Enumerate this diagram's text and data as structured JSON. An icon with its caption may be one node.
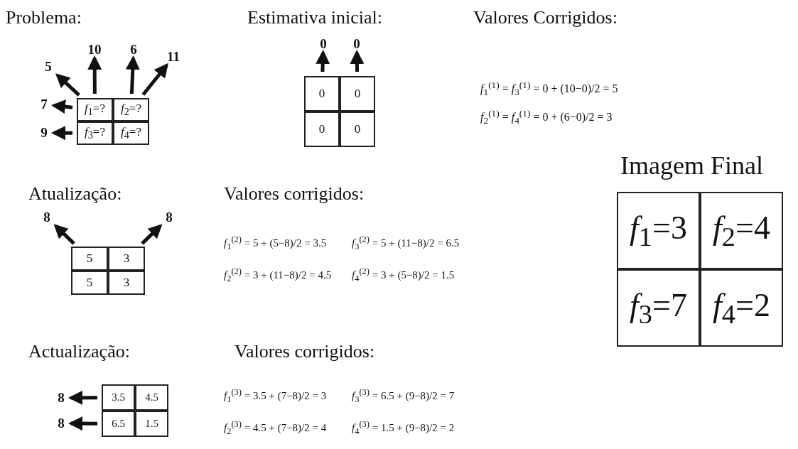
{
  "diagram": {
    "nodes": [
      {
        "text": [
          "*f*$_{1}$=?"
        ]
      },
      {
        "text": [
          "*f*$_{2}$=?"
        ]
      },
      {
        "text": [
          "*f*$_{3}$=?"
        ]
      },
      {
        "text": [
          "*f*$_{4}$=?"
        ]
      },
      {
        "text": [
          "5"
        ]
      },
      {
        "text": [
          "10"
        ]
      },
      {
        "text": [
          "6"
        ]
      },
      {
        "text": [
          "11"
        ]
      },
      {
        "text": [
          "7"
        ]
      },
      {
        "text": [
          "9"
        ]
      },
      {
        "text": [
          "0"
        ]
      },
      {
        "text": [
          "0"
        ]
      },
      {
        "text": [
          "0"
        ]
      },
      {
        "text": [
          "0"
        ]
      },
      {
        "text": [
          "0"
        ]
      },
      {
        "text": [
          "0"
        ]
      },
      {
        "text": [
          "5"
        ]
      },
      {
        "text": [
          "3"
        ]
      },
      {
        "text": [
          "5"
        ]
      },
      {
        "text": [
          "3"
        ]
      },
      {
        "text": [
          "8"
        ]
      },
      {
        "text": [
          "8"
        ]
      },
      {
        "text": [
          "3.5"
        ]
      },
      {
        "text": [
          "4.5"
        ]
      },
      {
        "text": [
          "6.5"
        ]
      },
      {
        "text": [
          "1.5"
        ]
      },
      {
        "text": [
          "8"
        ]
      },
      {
        "text": [
          "8"
        ]
      },
      {
        "text": [
          "*f*$_{1}$=3"
        ]
      },
      {
        "text": [
          "*f*$_{2}$=4"
        ]
      },
      {
        "text": [
          "*f*$_{3}$=7"
        ]
      },
      {
        "text": [
          "*f*$_{4}$=2"
        ]
      }
    ],
    "edges": [
      {
        "from": 0,
        "to": 4,
        "arrow": "to"
      },
      {
        "from": 0,
        "to": 5,
        "arrow": "to"
      },
      {
        "from": 1,
        "to": 6,
        "arrow": "to"
      },
      {
        "from": 1,
        "to": 7,
        "arrow": "to"
      },
      {
        "from": 0,
        "to": 8,
        "arrow": "to"
      },
      {
        "from": 2,
        "to": 9,
        "arrow": "to"
      },
      {
        "from": 10,
        "to": 14,
        "arrow": "to"
      },
      {
        "from": 11,
        "to": 15,
        "arrow": "to"
      },
      {
        "from": 16,
        "to": 20,
        "arrow": "to"
      },
      {
        "from": 17,
        "to": 21,
        "arrow": "to"
      },
      {
        "from": 22,
        "to": 26,
        "arrow": "to"
      },
      {
        "from": 24,
        "to": 27,
        "arrow": "to"
      }
    ],
    "labels": [
      "Problema:",
      "Estimativa inicial:",
      "Valores Corrigidos:",
      "*f*$_{1}$$^{(1)}$ = *f*$_{3}$$^{(1)}$ = 0 + (10−0)/2 = 5",
      "*f*$_{2}$$^{(1)}$ = *f*$_{4}$$^{(1)}$ = 0 + (6−0)/2 = 3",
      "Imagem Final",
      "Atualização:",
      "Valores corrigidos:",
      "*f*$_{1}$$^{(2)}$ = 5 + (5−8)/2 = 3.5",
      "*f*$_{3}$$^{(2)}$ = 5 + (11−8)/2 = 6.5",
      "*f*$_{2}$$^{(2)}$ = 3 + (11−8)/2 = 4.5",
      "*f*$_{4}$$^{(2)}$ = 3 + (5−8)/2 = 1.5",
      "Actualização:",
      "Valores corrigidos:",
      "*f*$_{1}$$^{(3)}$ = 3.5 + (7−8)/2 = 3",
      "*f*$_{3}$$^{(3)}$ = 6.5 + (9−8)/2 = 7",
      "*f*$_{2}$$^{(3)}$ = 4.5 + (7−8)/2 = 4",
      "*f*$_{4}$$^{(3)}$ = 1.5 + (9−8)/2 = 2"
    ]
  }
}
